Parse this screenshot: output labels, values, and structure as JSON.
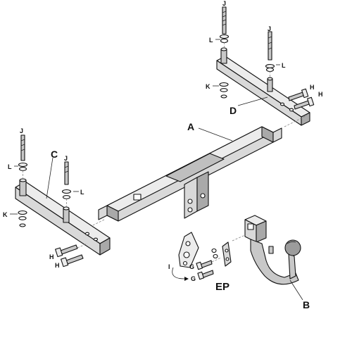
{
  "labels": {
    "main_beam": "A",
    "ball_neck": "B",
    "left_bracket": "C",
    "right_bracket": "D",
    "electrical_plate": "EP",
    "nut_g": "G",
    "bolt_h": "H",
    "rotate_i": "I",
    "bolt_j": "J",
    "washer_k": "K",
    "washer_l": "L"
  },
  "colors": {
    "line": "#111111",
    "fill_light": "#ececec",
    "fill_mid": "#d9d9d9",
    "fill_dark": "#a9a9a9"
  }
}
